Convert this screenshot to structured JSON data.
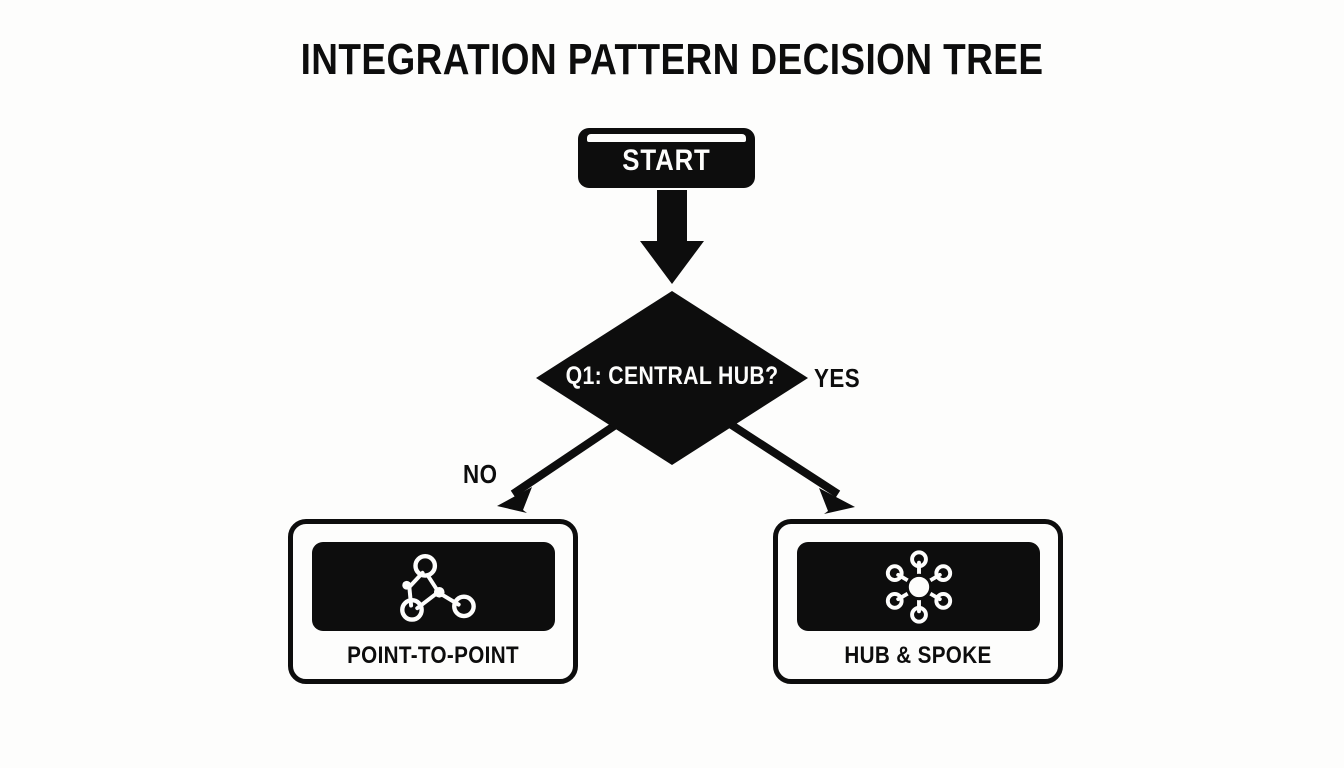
{
  "page": {
    "title": "INTEGRATION PATTERN DECISION TREE",
    "background_color": "#fdfdfc",
    "ink_color": "#0d0d0d",
    "paper_color": "#fdfdfc"
  },
  "flow": {
    "start": {
      "label": "START",
      "shape": "rounded-rectangle",
      "fill": "#0d0d0d",
      "text_color": "#fdfdfc"
    },
    "decision": {
      "label": "Q1: CENTRAL HUB?",
      "shape": "diamond",
      "fill": "#0d0d0d",
      "text_color": "#fdfdfc"
    },
    "branches": [
      {
        "label": "NO",
        "target": "POINT-TO-POINT",
        "direction": "down-left"
      },
      {
        "label": "YES",
        "target": "HUB & SPOKE",
        "direction": "down-right"
      }
    ],
    "outcomes": [
      {
        "label": "POINT-TO-POINT",
        "icon": "node-mesh-icon",
        "icon_description": "three circles and two dots connected by lines"
      },
      {
        "label": "HUB & SPOKE",
        "icon": "hub-spoke-icon",
        "icon_description": "filled center circle with six spokes to ring nodes"
      }
    ]
  }
}
